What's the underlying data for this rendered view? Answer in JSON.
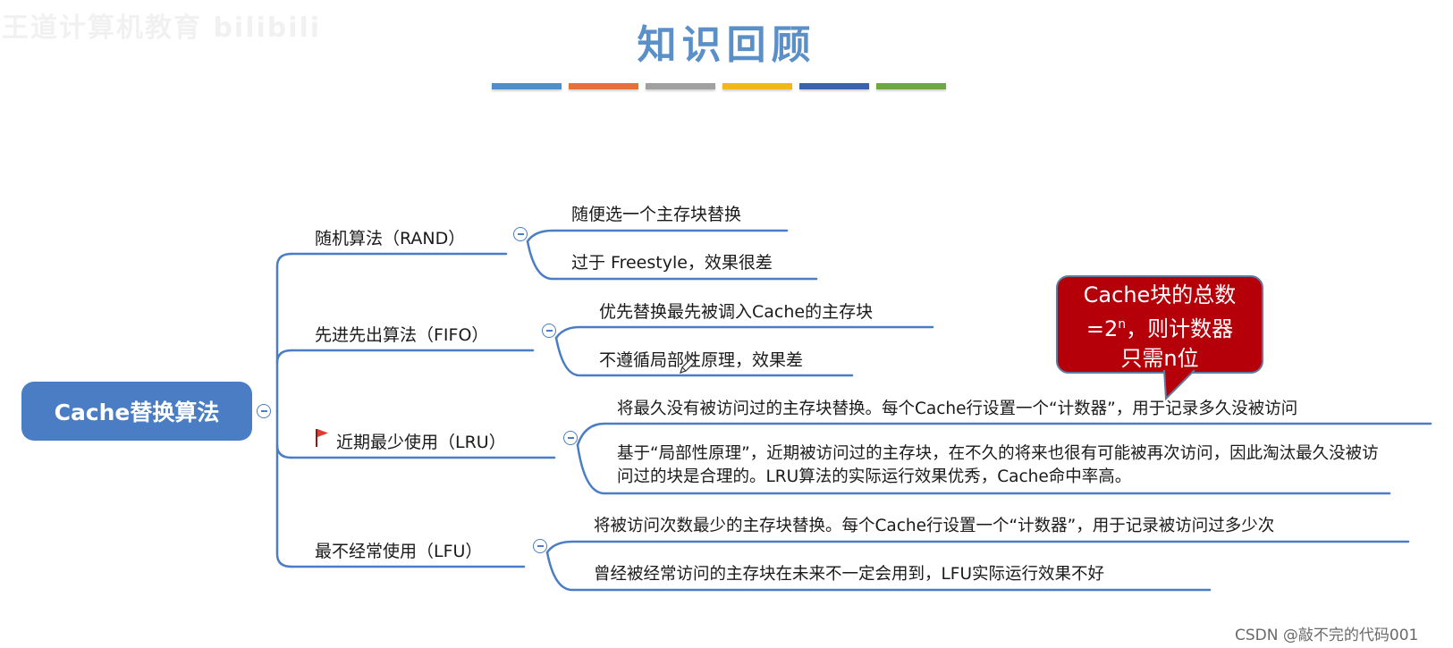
{
  "watermark_top": "王道计算机教育 bilibili",
  "title": "知识回顾",
  "title_bar_colors": [
    "#4f8ec9",
    "#e4703a",
    "#a0a0a0",
    "#f2b81b",
    "#3d62ad",
    "#6da845"
  ],
  "root": "Cache替换算法",
  "categories": [
    {
      "label": "随机算法（RAND）",
      "items": [
        "随便选一个主存块替换",
        "过于 Freestyle，效果很差"
      ]
    },
    {
      "label": "先进先出算法（FIFO）",
      "items": [
        "优先替换最先被调入Cache的主存块",
        "不遵循局部性原理，效果差"
      ]
    },
    {
      "label": "近期最少使用（LRU）",
      "flagged": true,
      "items": [
        "将最久没有被访问过的主存块替换。每个Cache行设置一个“计数器”，用于记录多久没被访问",
        "基于“局部性原理”，近期被访问过的主存块，在不久的将来也很有可能被再次访问，因此淘汰最久没被访问过的块是合理的。LRU算法的实际运行效果优秀，Cache命中率高。"
      ]
    },
    {
      "label": "最不经常使用（LFU）",
      "items": [
        "将被访问次数最少的主存块替换。每个Cache行设置一个“计数器”，用于记录被访问过多少次",
        "曾经被经常访问的主存块在未来不一定会用到，LFU实际运行效果不好"
      ]
    }
  ],
  "callout": {
    "line1": "Cache块的总数",
    "line2_prefix": "=2",
    "line2_sup": "n",
    "line2_suffix": "，则计数器",
    "line3": "只需n位"
  },
  "colors": {
    "accent": "#4a7dc4",
    "title": "#5b8fc7",
    "callout_bg": "#b5000a",
    "flag": "#e03c31"
  },
  "watermark_bottom": "CSDN @敲不完的代码001"
}
